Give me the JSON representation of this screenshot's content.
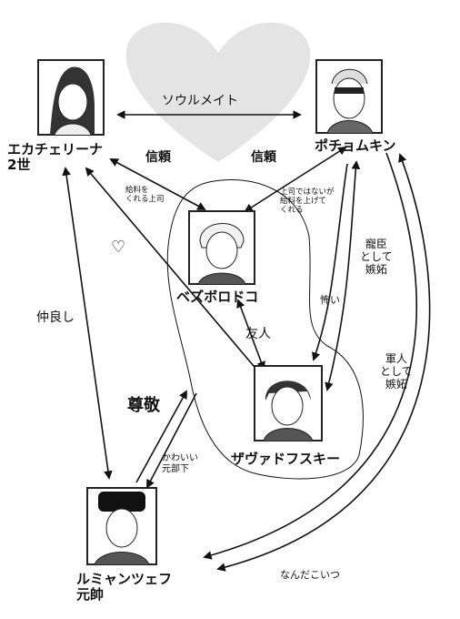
{
  "characters": [
    {
      "id": "catherine",
      "name": "エカチェリーナ",
      "name_line2": "2世"
    },
    {
      "id": "potemkin",
      "name": "ポチョムキン"
    },
    {
      "id": "bezborodko",
      "name": "ベズボロドコ"
    },
    {
      "id": "zavadovsky",
      "name": "ザヴァドフスキー"
    },
    {
      "id": "rumyantsev",
      "name": "ルミャンツェフ",
      "name_line2": "元帥"
    }
  ],
  "relations": {
    "soulmate": "ソウルメイト",
    "trust_left": "信頼",
    "trust_right": "信頼",
    "catherine_to_bez": "給料を\nくれる上司",
    "potemkin_to_bez": "上司ではないが\n給料を上げて\nくれる",
    "friends": "友人",
    "scary": "怖い",
    "favorite_jealous": "寵臣\nとして\n嫉妬",
    "soldier_jealous": "軍人\nとして\n嫉妬",
    "good_friends": "仲良し",
    "respect": "尊敬",
    "cute_subordinate": "かわいい\n元部下",
    "who_is_this": "なんだこいつ"
  },
  "heart_symbol": "♡",
  "colors": {
    "line": "#111111",
    "heart_fill": "#e4e4e4",
    "background": "#ffffff"
  }
}
